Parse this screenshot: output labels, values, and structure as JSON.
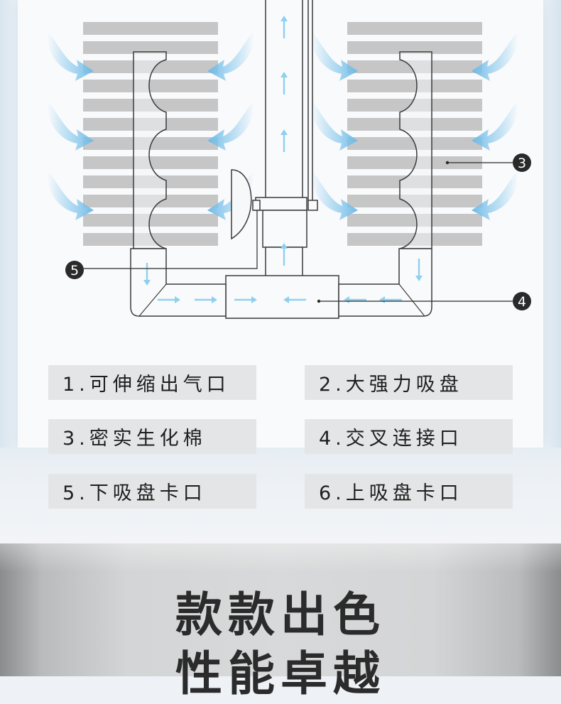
{
  "callouts": {
    "c3": "3",
    "c4": "4",
    "c5": "5"
  },
  "labels": [
    "1.可伸缩出气口",
    "2.大强力吸盘",
    "3.密实生化棉",
    "4.交叉连接口",
    "5.下吸盘卡口",
    "6.上吸盘卡口"
  ],
  "slogan": {
    "line1": "款款出色",
    "line2": "性能卓越"
  },
  "colors": {
    "flow_arrow": "#8fd0ee",
    "air_arrow": "#7fc4ea",
    "sponge_stripe": "#c6c6c6",
    "callout_dot": "#2a2a2a",
    "label_bg": "#e4e5e6"
  }
}
